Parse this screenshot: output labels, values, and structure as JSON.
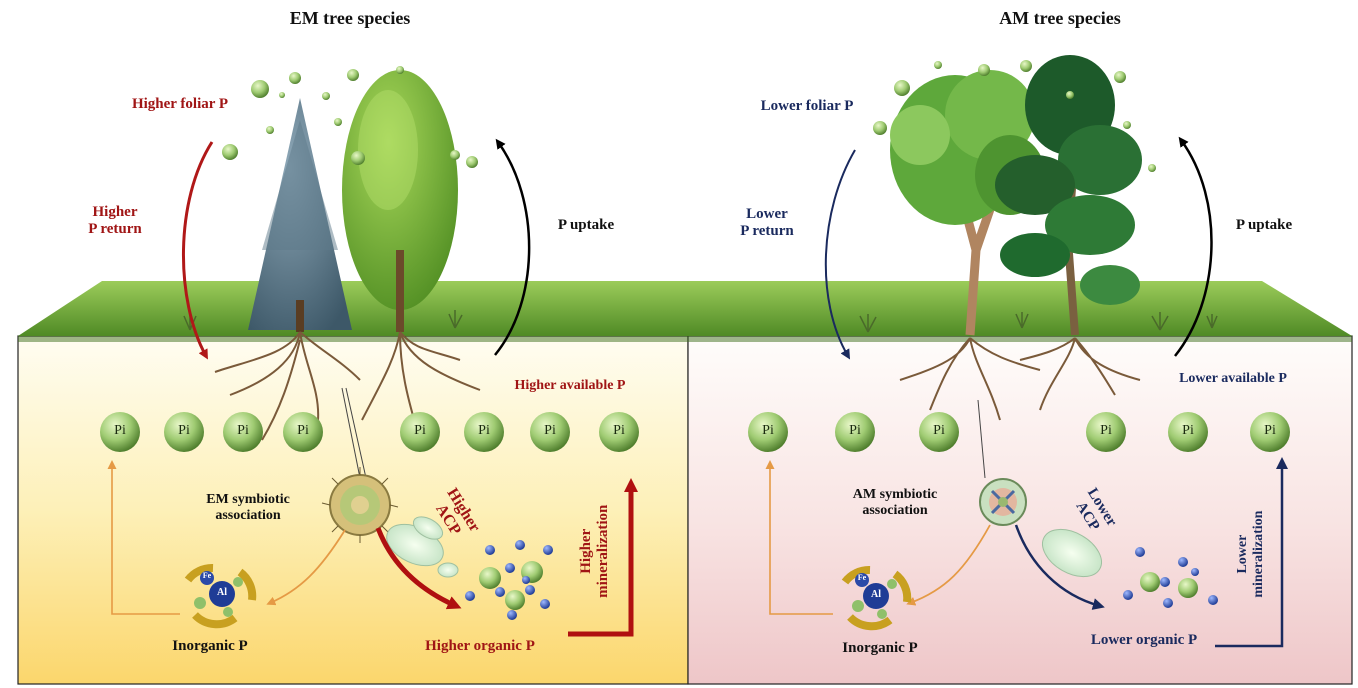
{
  "em": {
    "title": "EM tree species",
    "foliar": "Higher foliar P",
    "return_line1": "Higher",
    "return_line2": "P return",
    "uptake": "P uptake",
    "available": "Higher available P",
    "symbiotic_line1": "EM symbiotic",
    "symbiotic_line2": "association",
    "acp_line1": "Higher",
    "acp_line2": "ACP",
    "mineral_line1": "Higher",
    "mineral_line2": "mineralization",
    "inorganic": "Inorganic P",
    "organic": "Higher organic P"
  },
  "am": {
    "title": "AM tree species",
    "foliar": "Lower foliar P",
    "return_line1": "Lower",
    "return_line2": "P return",
    "uptake": "P uptake",
    "available": "Lower available P",
    "symbiotic_line1": "AM symbiotic",
    "symbiotic_line2": "association",
    "acp_line1": "Lower",
    "acp_line2": "ACP",
    "mineral_line1": "Lower",
    "mineral_line2": "mineralization",
    "inorganic": "Inorganic P",
    "organic": "Lower organic P"
  },
  "pi_label": "Pi",
  "complex_labels": {
    "fe": "Fe",
    "al": "Al"
  },
  "colors": {
    "em_red": "#a01515",
    "am_navy": "#1a2a5e",
    "orange_arrow": "#e59a45",
    "pi_green": "#8fc06a",
    "em_soil_bottom": "#fbd66c",
    "am_soil_bottom": "#eec6c8"
  },
  "icons": [
    "pi-sphere-icon",
    "em-mycorrhiza-icon",
    "am-mycorrhiza-icon",
    "fe-al-complex-icon",
    "phosphate-molecule-icon",
    "enzyme-icon"
  ]
}
